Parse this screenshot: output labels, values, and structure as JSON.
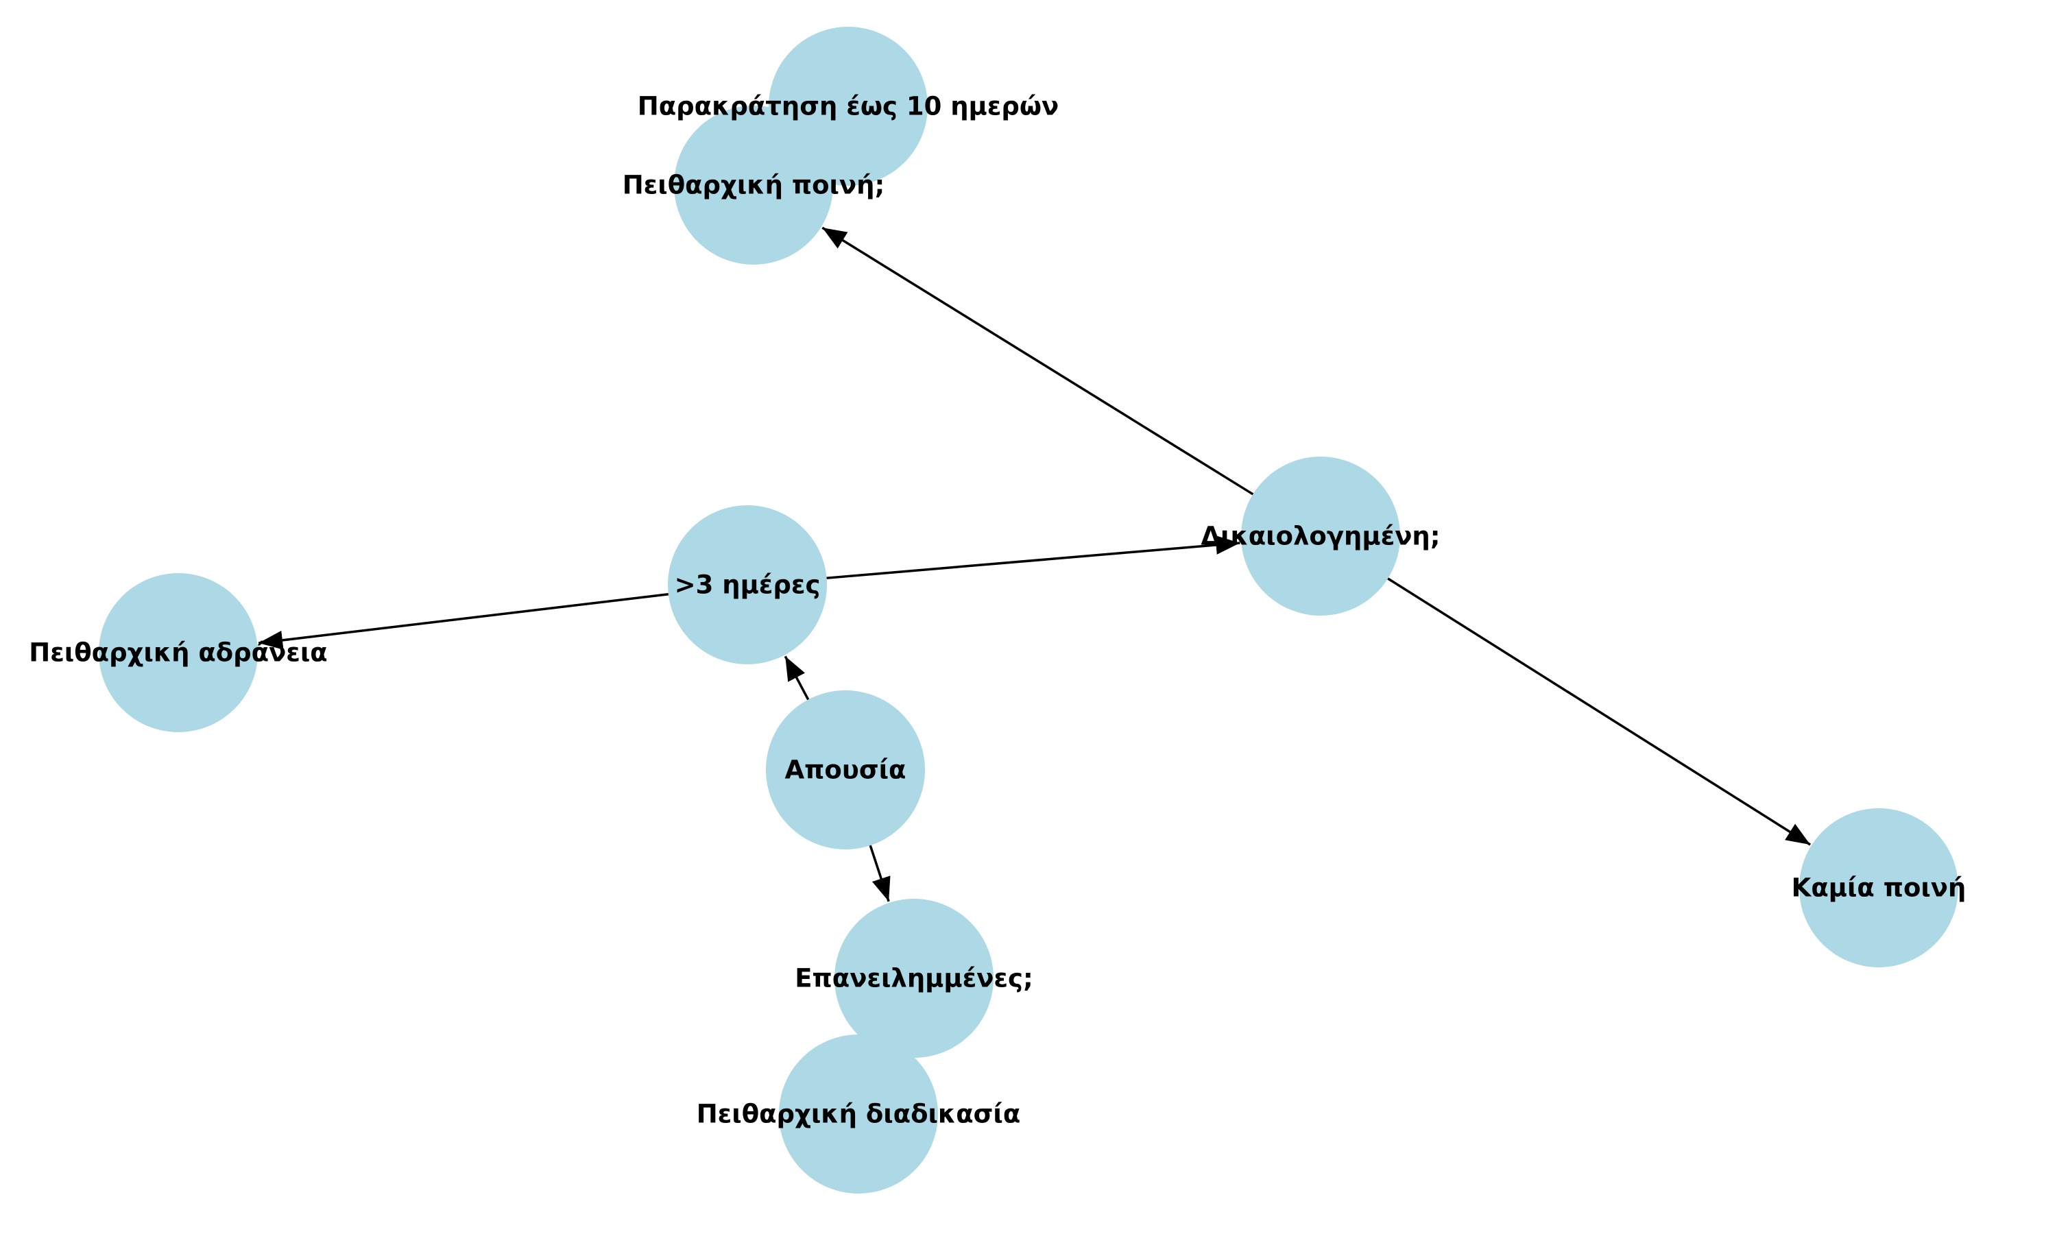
{
  "diagram": {
    "type": "directed-graph",
    "node_color": "#add8e6",
    "edge_color": "#000000",
    "label_color": "#000000",
    "nodes": [
      {
        "id": "absence",
        "label": "Απουσία"
      },
      {
        "id": "more_than_3",
        "label": ">3 ημέρες"
      },
      {
        "id": "repeated",
        "label": "Επανειλημμένες;"
      },
      {
        "id": "justified",
        "label": "Δικαιολογημένη;"
      },
      {
        "id": "inaction",
        "label": "Πειθαρχική αδράνεια"
      },
      {
        "id": "penalty_q",
        "label": "Πειθαρχική ποινή;"
      },
      {
        "id": "no_penalty",
        "label": "Καμία ποινή"
      },
      {
        "id": "withholding",
        "label": "Παρακράτηση έως 10 ημερών"
      },
      {
        "id": "procedure",
        "label": "Πειθαρχική διαδικασία"
      }
    ],
    "edges": [
      {
        "from": "absence",
        "to": "more_than_3"
      },
      {
        "from": "absence",
        "to": "repeated"
      },
      {
        "from": "more_than_3",
        "to": "justified"
      },
      {
        "from": "more_than_3",
        "to": "inaction"
      },
      {
        "from": "justified",
        "to": "penalty_q"
      },
      {
        "from": "justified",
        "to": "no_penalty"
      },
      {
        "from": "penalty_q",
        "to": "withholding"
      },
      {
        "from": "repeated",
        "to": "procedure"
      }
    ]
  }
}
